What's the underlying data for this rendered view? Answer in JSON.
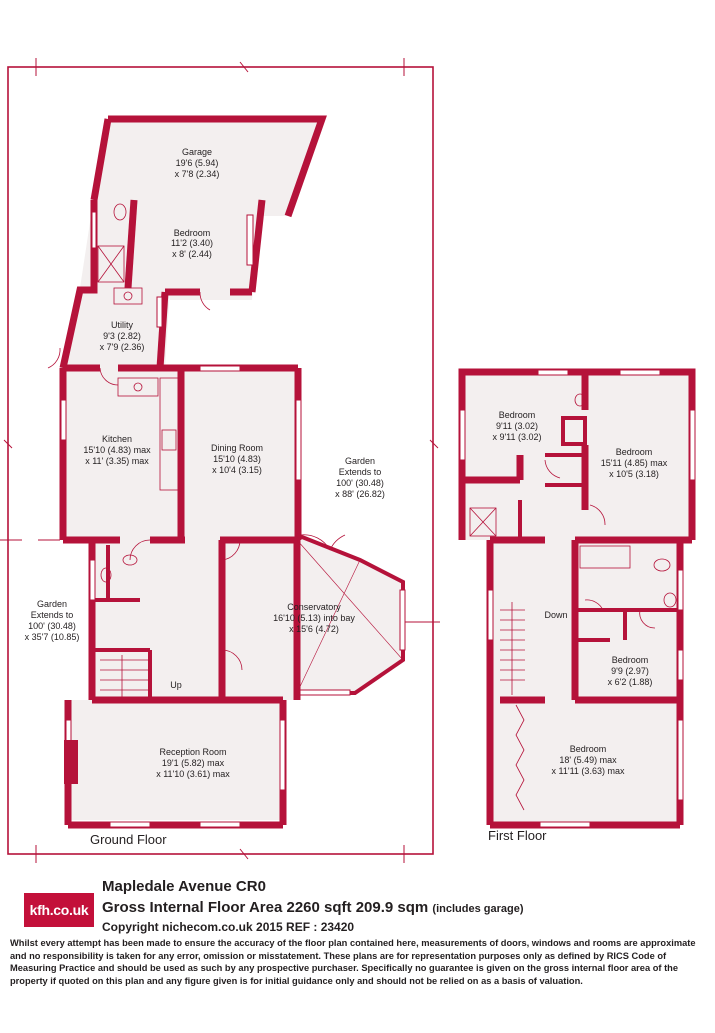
{
  "colors": {
    "wall": "#b5123a",
    "floor": "#f3efef",
    "outline": "#b5123a",
    "brand": "#c3103a"
  },
  "ground_floor": {
    "label": "Ground Floor",
    "up_label": "Up",
    "rooms": [
      {
        "id": "garage",
        "name": "Garage",
        "lines": [
          "19'6 (5.94)",
          "x 7'8 (2.34)"
        ]
      },
      {
        "id": "bedroom-gf",
        "name": "Bedroom",
        "lines": [
          "11'2 (3.40)",
          "x 8' (2.44)"
        ]
      },
      {
        "id": "utility",
        "name": "Utility",
        "lines": [
          "9'3 (2.82)",
          "x 7'9 (2.36)"
        ]
      },
      {
        "id": "kitchen",
        "name": "Kitchen",
        "lines": [
          "15'10 (4.83) max",
          "x 11' (3.35) max"
        ]
      },
      {
        "id": "dining",
        "name": "Dining Room",
        "lines": [
          "15'10 (4.83)",
          "x 10'4 (3.15)"
        ]
      },
      {
        "id": "conservatory",
        "name": "Conservatory",
        "lines": [
          "16'10 (5.13) into bay",
          "x 15'6 (4.72)"
        ]
      },
      {
        "id": "reception",
        "name": "Reception Room",
        "lines": [
          "19'1 (5.82) max",
          "x 11'10 (3.61) max"
        ]
      }
    ],
    "garden_right": {
      "name": "Garden",
      "lines": [
        "Extends to",
        "100' (30.48)",
        "x 88' (26.82)"
      ]
    },
    "garden_left": {
      "name": "Garden",
      "lines": [
        "Extends to",
        "100' (30.48)",
        "x 35'7 (10.85)"
      ]
    }
  },
  "first_floor": {
    "label": "First Floor",
    "down_label": "Down",
    "rooms": [
      {
        "id": "bedroom-1",
        "name": "Bedroom",
        "lines": [
          "9'11 (3.02)",
          "x 9'11 (3.02)"
        ]
      },
      {
        "id": "bedroom-2",
        "name": "Bedroom",
        "lines": [
          "15'11 (4.85) max",
          "x 10'5 (3.18)"
        ]
      },
      {
        "id": "bedroom-3",
        "name": "Bedroom",
        "lines": [
          "9'9 (2.97)",
          "x 6'2 (1.88)"
        ]
      },
      {
        "id": "bedroom-4",
        "name": "Bedroom",
        "lines": [
          "18' (5.49) max",
          "x 11'11 (3.63) max"
        ]
      }
    ]
  },
  "footer": {
    "logo": "kfh.co.uk",
    "address": "Mapledale Avenue  CR0",
    "area": "Gross Internal Floor Area 2260 sqft 209.9 sqm",
    "area_note": "(includes garage)",
    "copyright": "Copyright nichecom.co.uk 2015 REF : 23420",
    "disclaimer": "Whilst every attempt has been made to ensure the accuracy of the floor plan contained here, measurements of doors, windows and rooms are approximate and no responsibility is taken for any error, omission or misstatement.  These plans are for representation purposes only as defined by RICS Code of Measuring Practice and should be used as such by any prospective purchaser.  Specifically no guarantee is given on the gross internal floor area of the property if quoted on this plan and any figure given is for initial guidance only and should not be relied on as a basis of valuation."
  }
}
